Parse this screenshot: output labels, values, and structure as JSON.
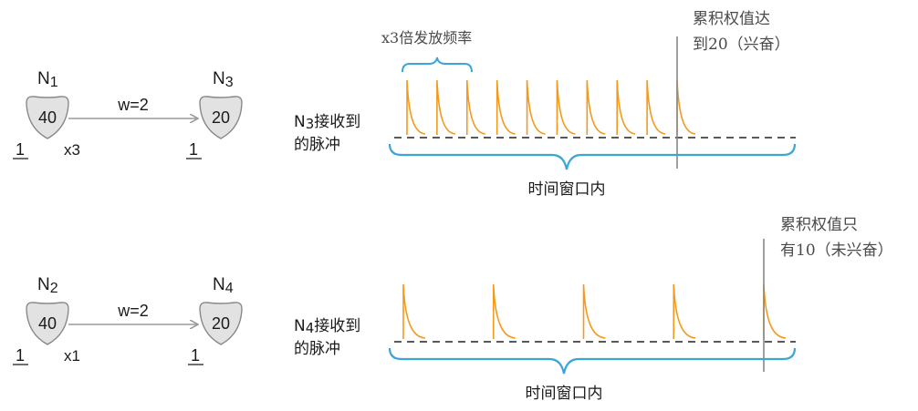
{
  "colors": {
    "neuron_fill": "#e2e2e2",
    "neuron_stroke": "#888888",
    "connection": "#9a9a9a",
    "spike": "#f39a1e",
    "brace": "#3aa6d8",
    "text": "#1a1a1a",
    "annotation": "#4a4a4a",
    "threshold_line": "#888888",
    "baseline": "#222222"
  },
  "rows": [
    {
      "pre_neuron": {
        "name": "N",
        "subscript": "1",
        "value": "40",
        "threshold_label": "1",
        "rate_label": "x3"
      },
      "post_neuron": {
        "name": "N",
        "subscript": "3",
        "value": "20",
        "threshold_label": "1"
      },
      "weight_label": "w=2",
      "receiver_label": {
        "name": "N",
        "subscript": "3",
        "line1_suffix": "接收到",
        "line2": "的脉冲"
      },
      "rate_annotation": "x3倍发放频率",
      "window_label": "时间窗口内",
      "threshold_annotation": {
        "line1": "累积权值达",
        "line2": "到20（兴奋）"
      },
      "spike_count": 10
    },
    {
      "pre_neuron": {
        "name": "N",
        "subscript": "2",
        "value": "40",
        "threshold_label": "1",
        "rate_label": "x1"
      },
      "post_neuron": {
        "name": "N",
        "subscript": "4",
        "value": "20",
        "threshold_label": "1"
      },
      "weight_label": "w=2",
      "receiver_label": {
        "name": "N",
        "subscript": "4",
        "line1_suffix": "接收到",
        "line2": "的脉冲"
      },
      "window_label": "时间窗口内",
      "threshold_annotation": {
        "line1": "累积权值只",
        "line2": "有10（未兴奋）"
      },
      "spike_count": 5
    }
  ]
}
